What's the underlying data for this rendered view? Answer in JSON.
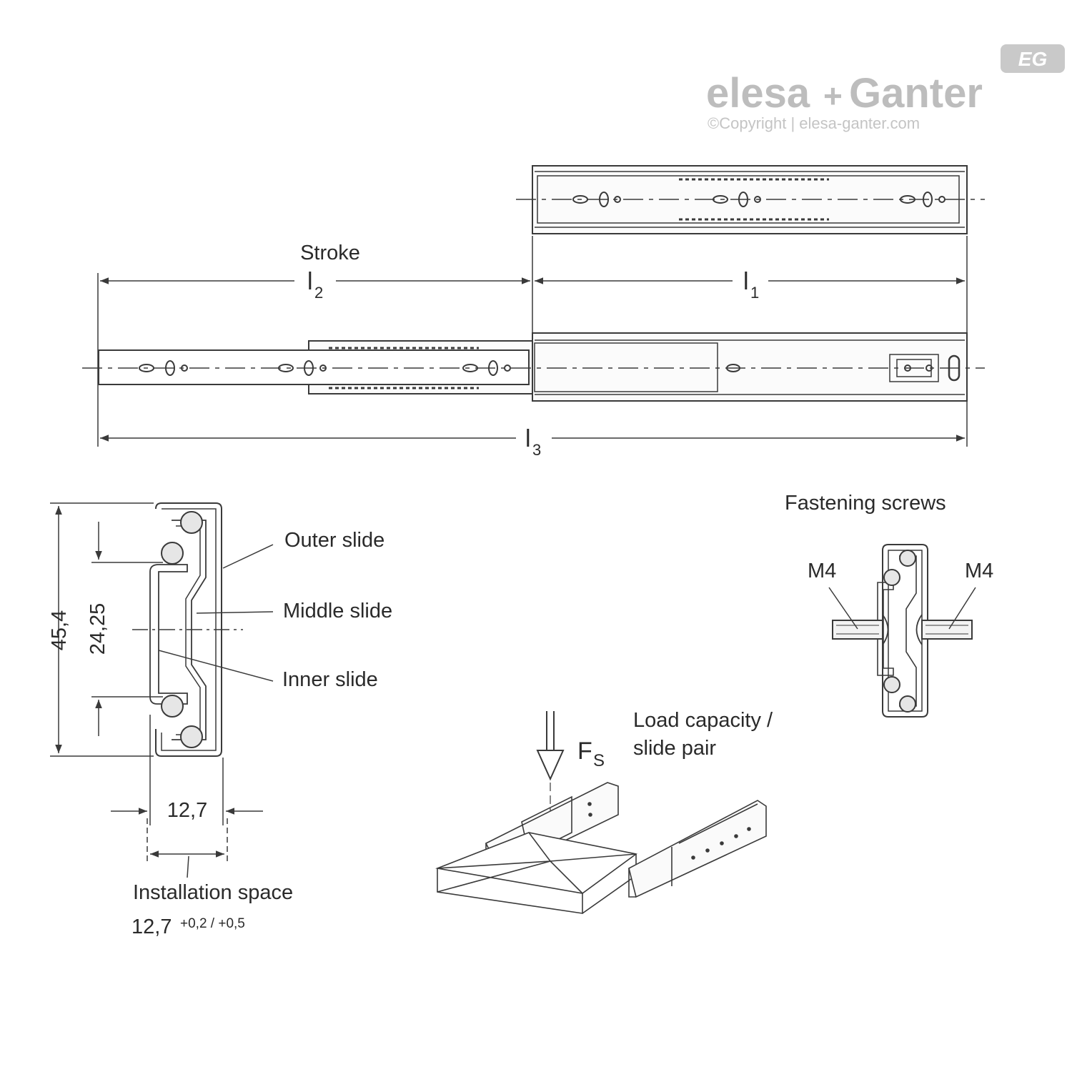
{
  "logo": {
    "badge": "EG",
    "brand_left": "elesa",
    "brand_plus": "+",
    "brand_right": "Ganter",
    "copyright": "©Copyright | elesa-ganter.com"
  },
  "top_view": {
    "stroke_label": "Stroke",
    "l1": {
      "main": "l",
      "sub": "1"
    },
    "l2": {
      "main": "l",
      "sub": "2"
    },
    "l3": {
      "main": "l",
      "sub": "3"
    }
  },
  "cross_section": {
    "outer_slide": "Outer slide",
    "middle_slide": "Middle slide",
    "inner_slide": "Inner slide",
    "height": "45,4",
    "hole_spacing": "24,25",
    "width": "12,7",
    "installation_label": "Installation space",
    "installation_value": "12,7",
    "installation_tolerance": "+0,2 / +0,5"
  },
  "fastening": {
    "title": "Fastening screws",
    "screw_left": "M4",
    "screw_right": "M4"
  },
  "load": {
    "force_symbol": "F",
    "force_sub": "S",
    "caption_line1": "Load capacity /",
    "caption_line2": "slide pair"
  },
  "colors": {
    "line": "#3a3a3a",
    "logo_grey": "#bdbdbd"
  }
}
